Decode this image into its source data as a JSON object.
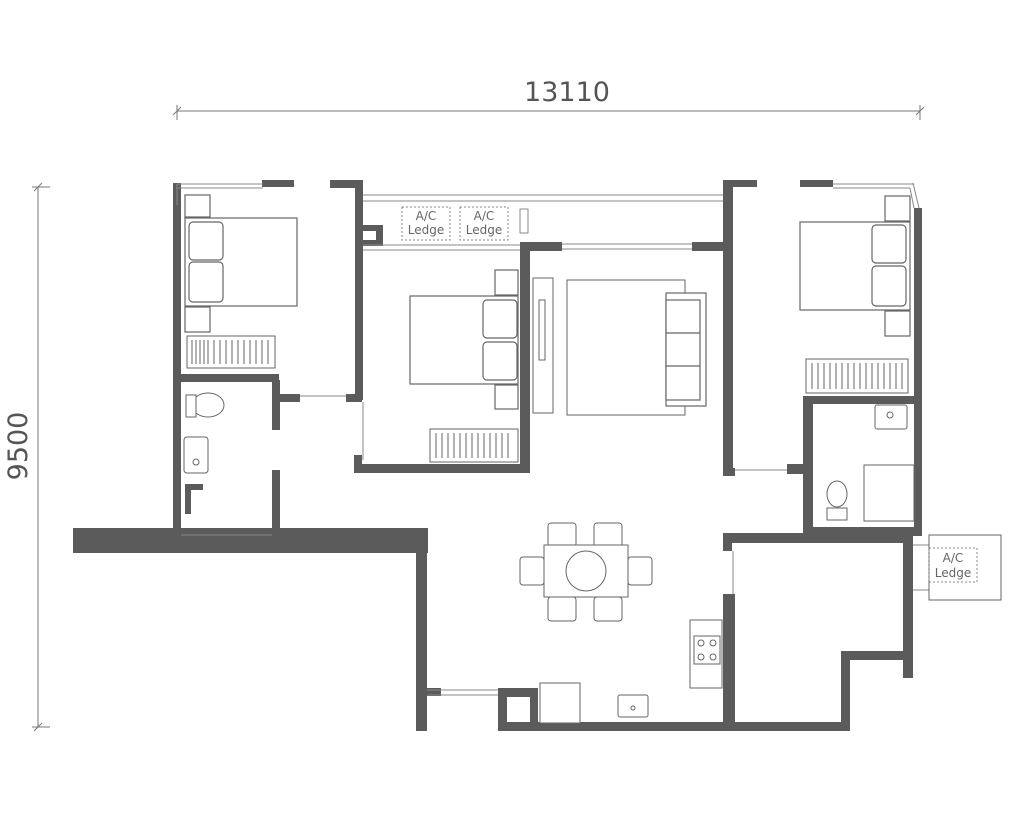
{
  "dimensions": {
    "width_label": "13110",
    "height_label": "9500"
  },
  "ac_ledges": [
    {
      "line1": "A/C",
      "line2": "Ledge"
    },
    {
      "line1": "A/C",
      "line2": "Ledge"
    },
    {
      "line1": "A/C",
      "line2": "Ledge"
    }
  ],
  "colors": {
    "wall": "#5b5b5b",
    "furniture_line": "#666666",
    "dimension_line": "#777777"
  }
}
